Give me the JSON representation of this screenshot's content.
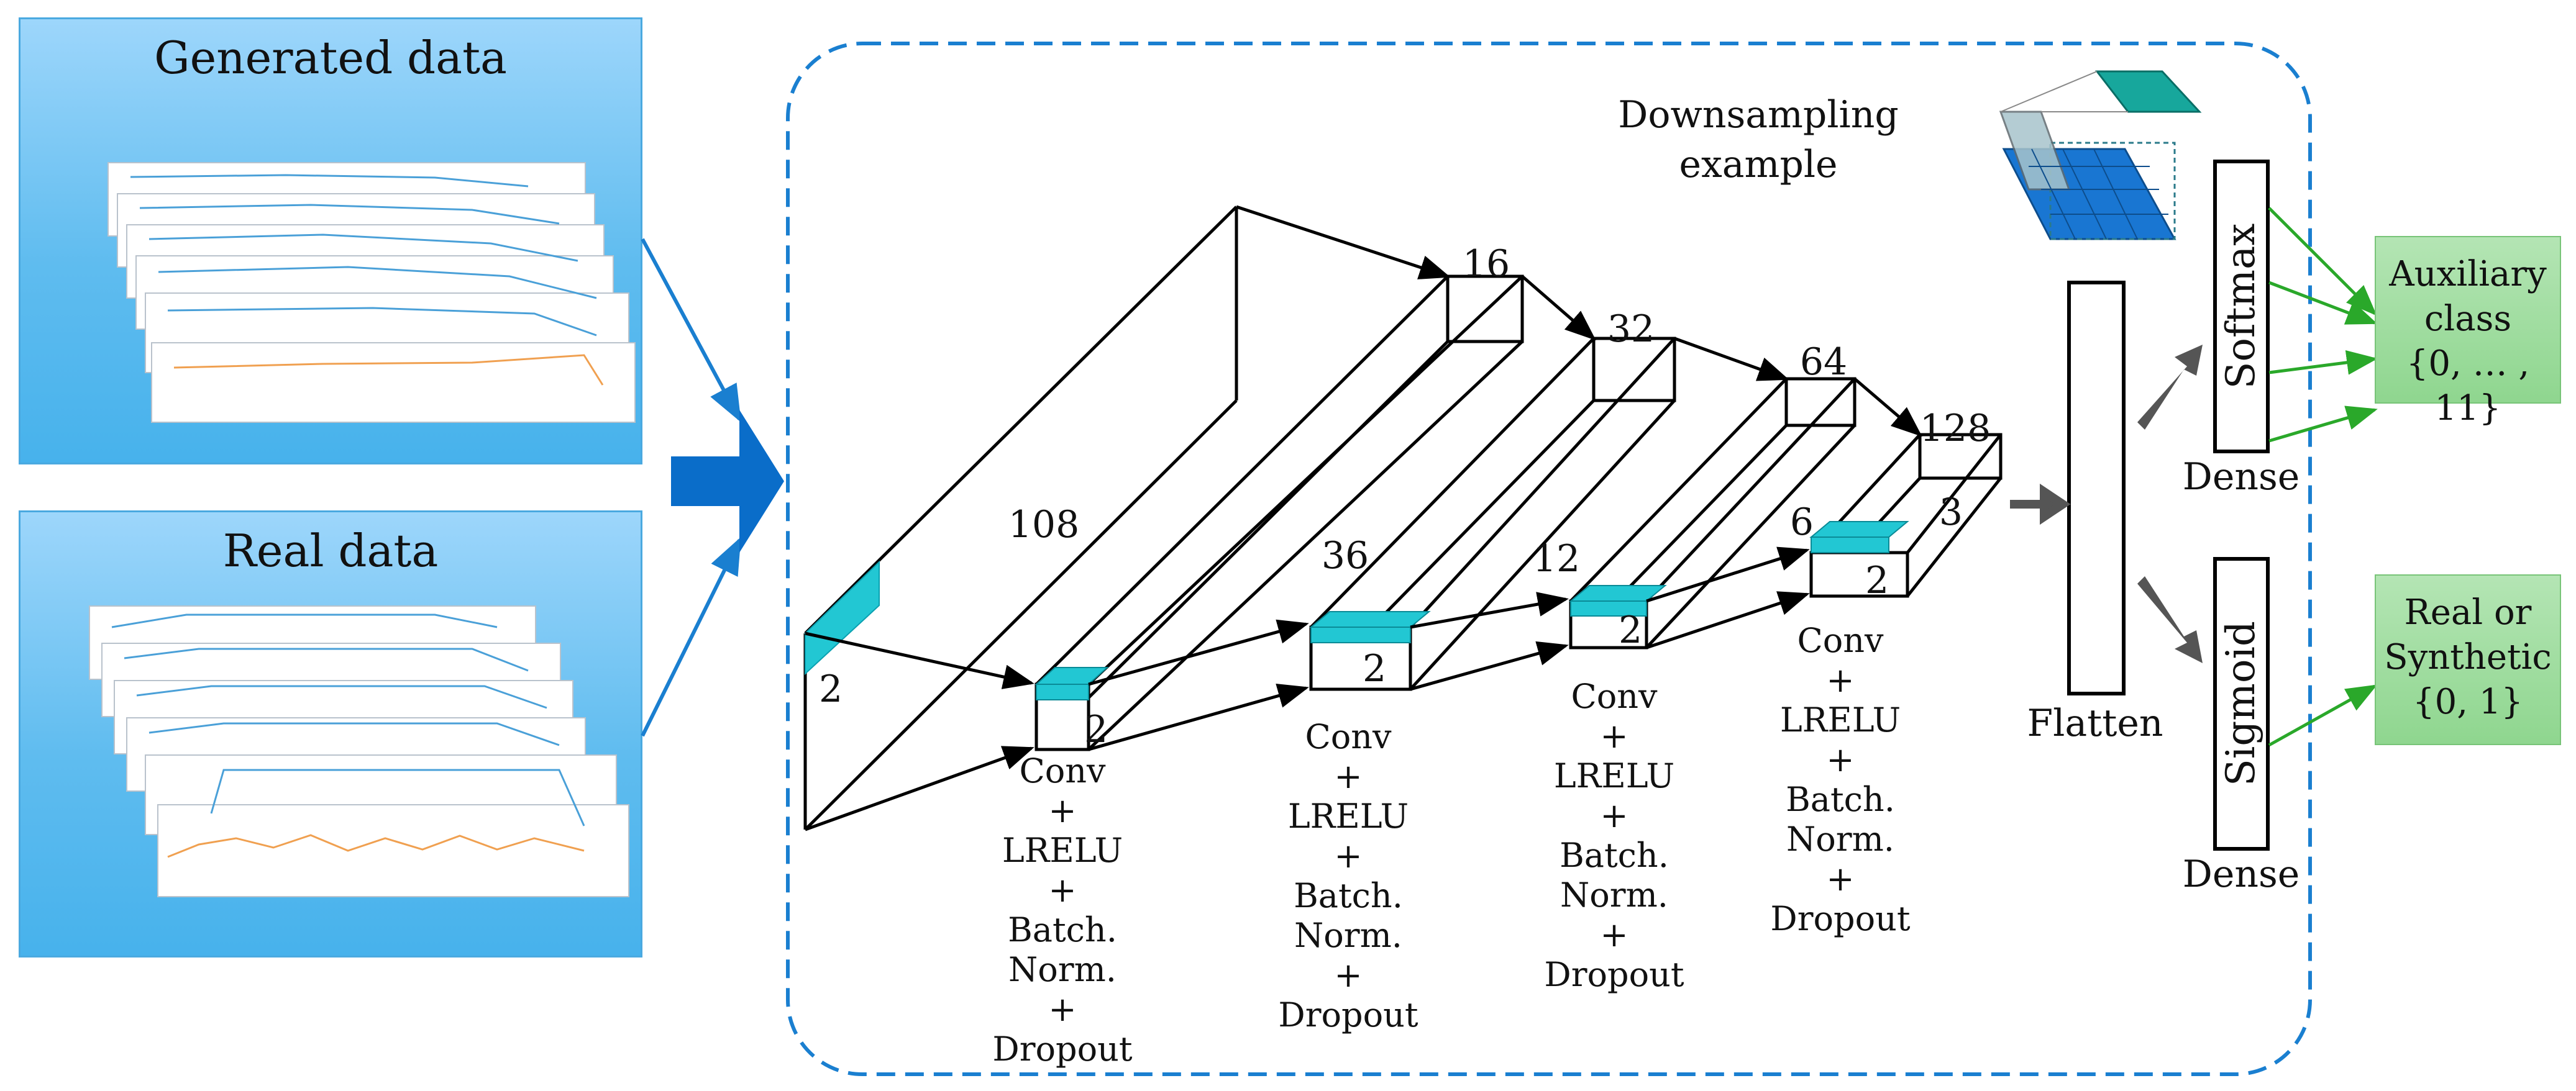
{
  "inputs": {
    "generated_title": "Generated data",
    "real_title": "Real data"
  },
  "network": {
    "input_depth": "108",
    "input_kernel": "2",
    "layers": [
      {
        "filters": "16",
        "size": "36",
        "kernel": "2"
      },
      {
        "filters": "32",
        "size": "12",
        "kernel": "2"
      },
      {
        "filters": "64",
        "size": "6",
        "kernel": "2"
      },
      {
        "filters": "128",
        "size": "3",
        "kernel": "2"
      }
    ],
    "block_ops": [
      "Conv",
      "+",
      "LRELU",
      "+",
      "Batch.",
      "Norm.",
      "+",
      "Dropout"
    ],
    "downsampling": {
      "line1": "Downsampling",
      "line2": "example"
    },
    "flatten_label": "Flatten"
  },
  "heads": {
    "softmax": {
      "activation": "Softmax",
      "layer": "Dense"
    },
    "sigmoid": {
      "activation": "Sigmoid",
      "layer": "Dense"
    }
  },
  "outputs": {
    "auxiliary": {
      "line1": "Auxiliary",
      "line2": "class",
      "line3": "{0, … , 11}"
    },
    "real_synth": {
      "line1": "Real or",
      "line2": "Synthetic",
      "line3": "{0, 1}"
    }
  },
  "colors": {
    "panel_blue": "#5fbcef",
    "kernel_cyan": "#22c7d3",
    "dashed_border": "#1a7fd0",
    "arrow_blue": "#1a7fd0",
    "big_arrow": "#0a6dc9",
    "output_green": "#8fd68f",
    "green_arrow": "#2aa82a",
    "gray_arrow": "#555555"
  }
}
